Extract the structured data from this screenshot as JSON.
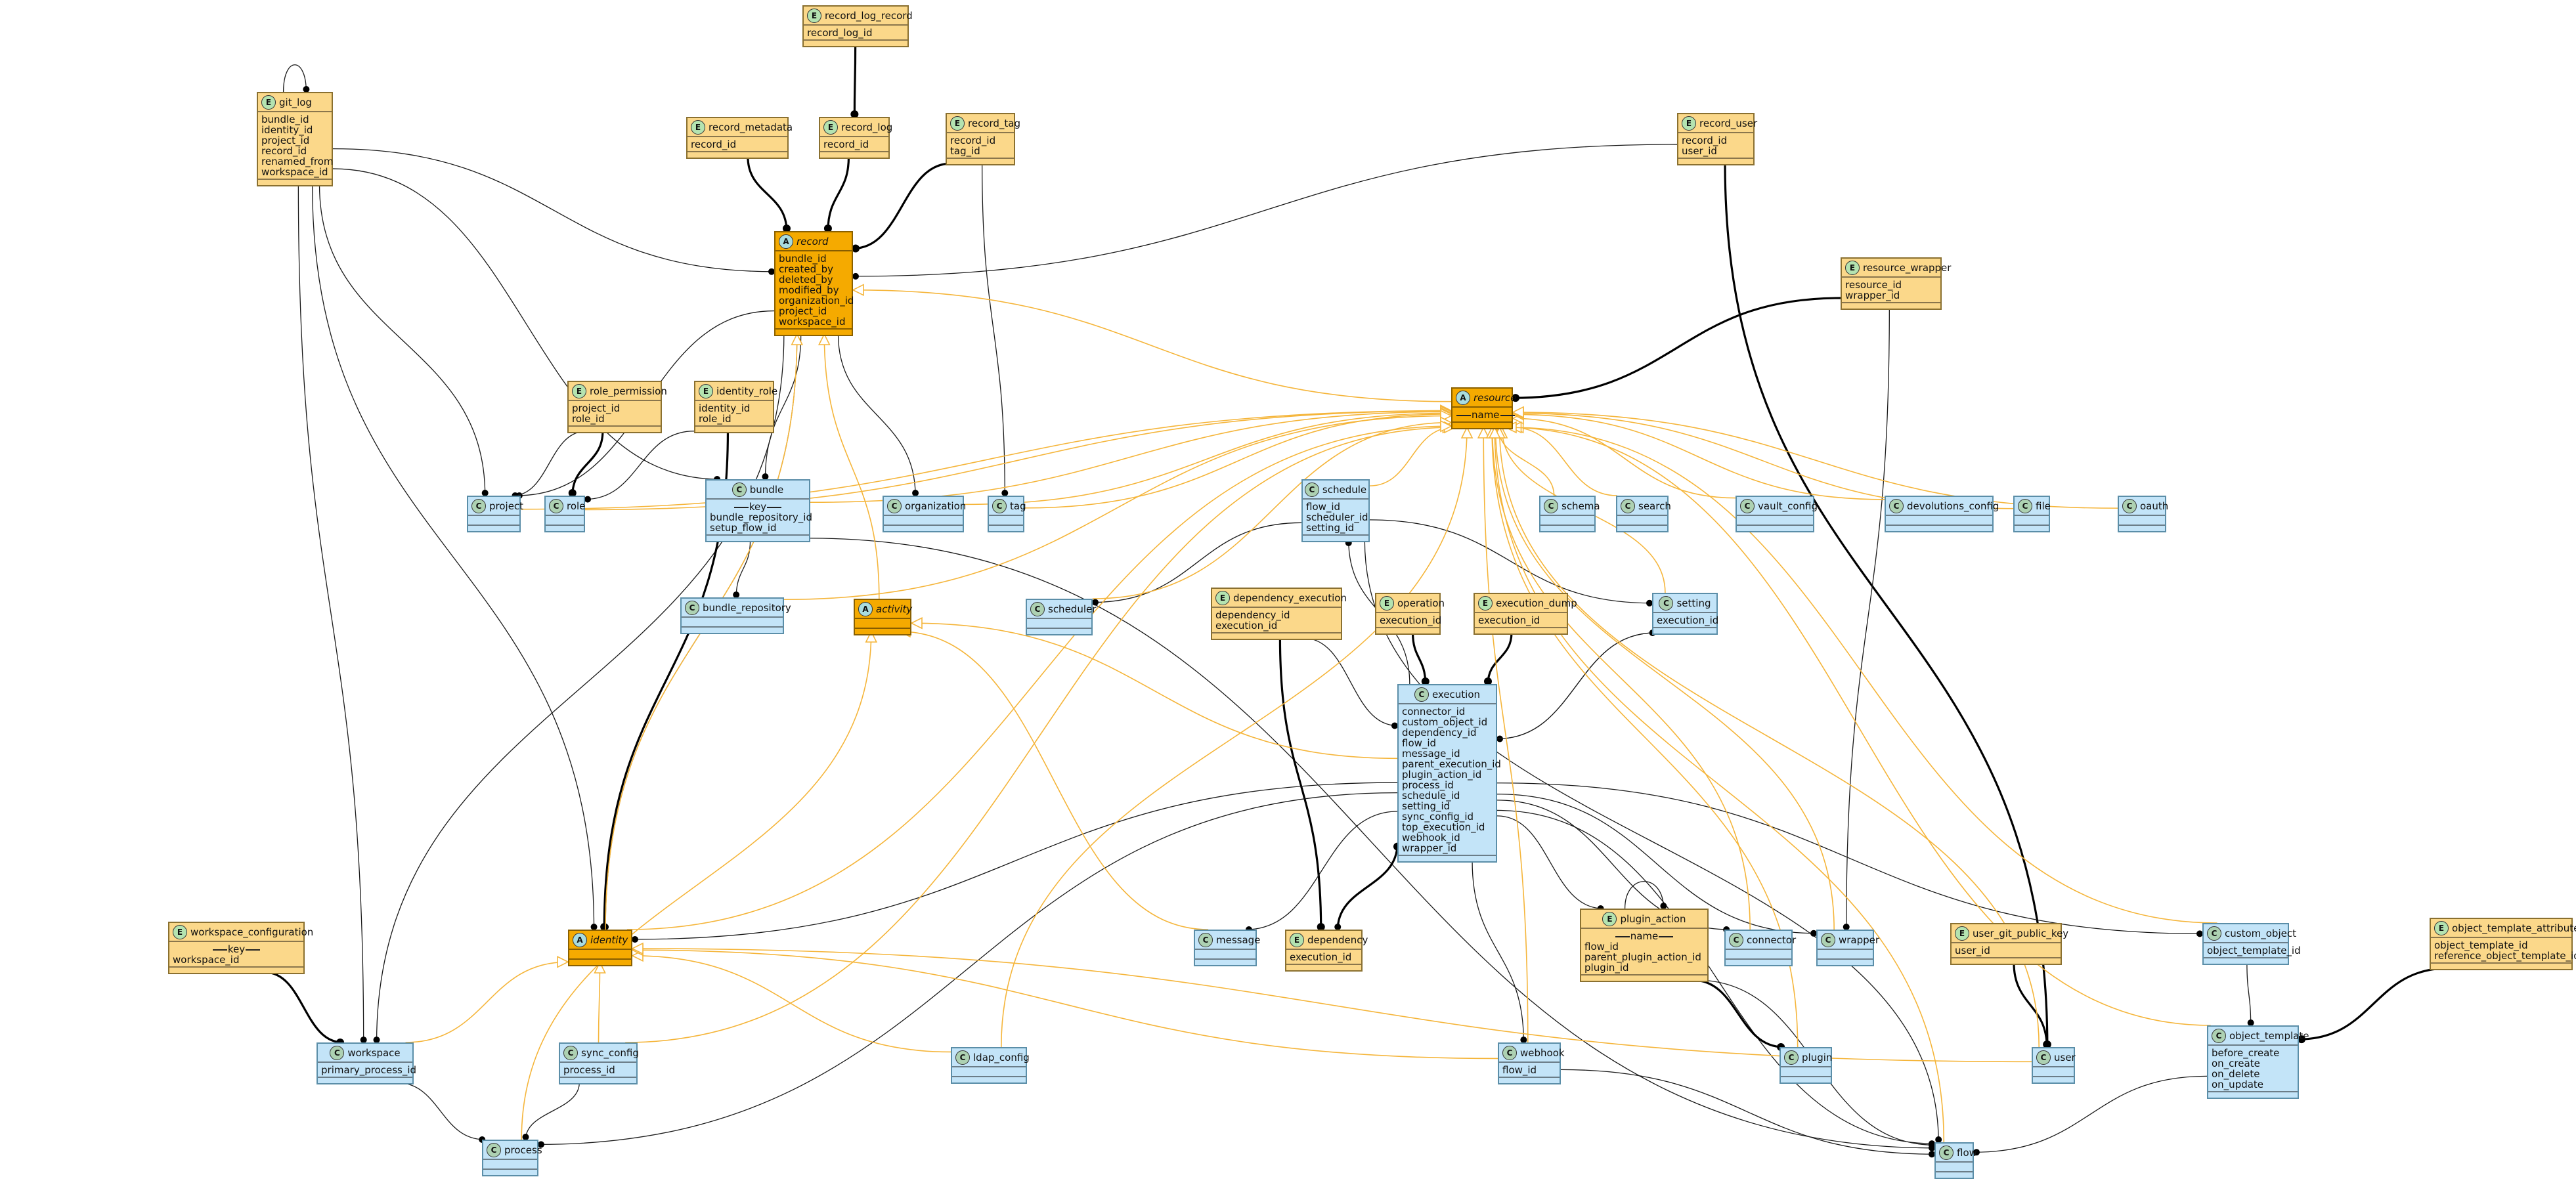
{
  "entities": [
    {
      "id": "git_log",
      "stereotype": "E",
      "name": "git_log",
      "style": "entity",
      "attrs": [
        "bundle_id",
        "identity_id",
        "project_id",
        "record_id",
        "renamed_from",
        "workspace_id"
      ]
    },
    {
      "id": "record_log_record",
      "stereotype": "E",
      "name": "record_log_record",
      "style": "entity",
      "attrs": [
        "record_log_id"
      ]
    },
    {
      "id": "record_metadata",
      "stereotype": "E",
      "name": "record_metadata",
      "style": "entity",
      "attrs": [
        "record_id"
      ]
    },
    {
      "id": "record_log",
      "stereotype": "E",
      "name": "record_log",
      "style": "entity",
      "attrs": [
        "record_id"
      ]
    },
    {
      "id": "record_tag",
      "stereotype": "E",
      "name": "record_tag",
      "style": "entity",
      "attrs": [
        "record_id",
        "tag_id"
      ]
    },
    {
      "id": "record_user",
      "stereotype": "E",
      "name": "record_user",
      "style": "entity",
      "attrs": [
        "record_id",
        "user_id"
      ]
    },
    {
      "id": "record",
      "stereotype": "A",
      "name": "record",
      "style": "abstract",
      "italic": true,
      "attrs": [
        "bundle_id",
        "created_by",
        "deleted_by",
        "modified_by",
        "organization_id",
        "project_id",
        "workspace_id"
      ]
    },
    {
      "id": "resource_wrapper",
      "stereotype": "E",
      "name": "resource_wrapper",
      "style": "entity",
      "attrs": [
        "resource_id",
        "wrapper_id"
      ]
    },
    {
      "id": "resource",
      "stereotype": "A",
      "name": "resource",
      "style": "abstract",
      "italic": true,
      "key": "name",
      "attrs": []
    },
    {
      "id": "role_permission",
      "stereotype": "E",
      "name": "role_permission",
      "style": "entity",
      "attrs": [
        "project_id",
        "role_id"
      ]
    },
    {
      "id": "identity_role",
      "stereotype": "E",
      "name": "identity_role",
      "style": "entity",
      "attrs": [
        "identity_id",
        "role_id"
      ]
    },
    {
      "id": "bundle",
      "stereotype": "C",
      "name": "bundle",
      "style": "klass",
      "centered": true,
      "key": "key",
      "attrs": [
        "bundle_repository_id",
        "setup_flow_id"
      ]
    },
    {
      "id": "project",
      "stereotype": "C",
      "name": "project",
      "style": "klass",
      "attrs": []
    },
    {
      "id": "role",
      "stereotype": "C",
      "name": "role",
      "style": "klass",
      "attrs": []
    },
    {
      "id": "organization",
      "stereotype": "C",
      "name": "organization",
      "style": "klass",
      "attrs": []
    },
    {
      "id": "tag",
      "stereotype": "C",
      "name": "tag",
      "style": "klass",
      "attrs": []
    },
    {
      "id": "schedule",
      "stereotype": "C",
      "name": "schedule",
      "style": "klass",
      "centered": true,
      "attrs": [
        "flow_id",
        "scheduler_id",
        "setting_id"
      ]
    },
    {
      "id": "schema",
      "stereotype": "C",
      "name": "schema",
      "style": "klass",
      "attrs": []
    },
    {
      "id": "search",
      "stereotype": "C",
      "name": "search",
      "style": "klass",
      "attrs": []
    },
    {
      "id": "vault_config",
      "stereotype": "C",
      "name": "vault_config",
      "style": "klass",
      "attrs": []
    },
    {
      "id": "devolutions_config",
      "stereotype": "C",
      "name": "devolutions_config",
      "style": "klass",
      "attrs": []
    },
    {
      "id": "file",
      "stereotype": "C",
      "name": "file",
      "style": "klass",
      "attrs": []
    },
    {
      "id": "oauth",
      "stereotype": "C",
      "name": "oauth",
      "style": "klass",
      "attrs": []
    },
    {
      "id": "bundle_repository",
      "stereotype": "C",
      "name": "bundle_repository",
      "style": "klass",
      "attrs": []
    },
    {
      "id": "activity",
      "stereotype": "A",
      "name": "activity",
      "style": "abstract",
      "italic": true,
      "attrs": []
    },
    {
      "id": "scheduler",
      "stereotype": "C",
      "name": "scheduler",
      "style": "klass",
      "attrs": []
    },
    {
      "id": "dependency_execution",
      "stereotype": "E",
      "name": "dependency_execution",
      "style": "entity",
      "attrs": [
        "dependency_id",
        "execution_id"
      ]
    },
    {
      "id": "operation",
      "stereotype": "E",
      "name": "operation",
      "style": "entity",
      "attrs": [
        "execution_id"
      ]
    },
    {
      "id": "execution_dump",
      "stereotype": "E",
      "name": "execution_dump",
      "style": "entity",
      "attrs": [
        "execution_id"
      ]
    },
    {
      "id": "setting",
      "stereotype": "C",
      "name": "setting",
      "style": "klass",
      "centered": true,
      "attrs": [
        "execution_id"
      ]
    },
    {
      "id": "execution",
      "stereotype": "C",
      "name": "execution",
      "style": "klass",
      "centered": true,
      "attrs": [
        "connector_id",
        "custom_object_id",
        "dependency_id",
        "flow_id",
        "message_id",
        "parent_execution_id",
        "plugin_action_id",
        "process_id",
        "schedule_id",
        "setting_id",
        "sync_config_id",
        "top_execution_id",
        "webhook_id",
        "wrapper_id"
      ]
    },
    {
      "id": "workspace_configuration",
      "stereotype": "E",
      "name": "workspace_configuration",
      "style": "entity",
      "key": "key",
      "attrs": [
        "workspace_id"
      ]
    },
    {
      "id": "identity",
      "stereotype": "A",
      "name": "identity",
      "style": "abstract",
      "italic": true,
      "attrs": []
    },
    {
      "id": "message",
      "stereotype": "C",
      "name": "message",
      "style": "klass",
      "attrs": []
    },
    {
      "id": "dependency",
      "stereotype": "E",
      "name": "dependency",
      "style": "entity",
      "attrs": [
        "execution_id"
      ]
    },
    {
      "id": "plugin_action",
      "stereotype": "E",
      "name": "plugin_action",
      "style": "entity",
      "centered": true,
      "key": "name",
      "attrs": [
        "flow_id",
        "parent_plugin_action_id",
        "plugin_id"
      ]
    },
    {
      "id": "connector",
      "stereotype": "C",
      "name": "connector",
      "style": "klass",
      "attrs": []
    },
    {
      "id": "wrapper",
      "stereotype": "C",
      "name": "wrapper",
      "style": "klass",
      "attrs": []
    },
    {
      "id": "user_git_public_key",
      "stereotype": "E",
      "name": "user_git_public_key",
      "style": "entity",
      "attrs": [
        "user_id"
      ]
    },
    {
      "id": "custom_object",
      "stereotype": "C",
      "name": "custom_object",
      "style": "klass",
      "attrs": [
        "object_template_id"
      ]
    },
    {
      "id": "object_template_attribute",
      "stereotype": "E",
      "name": "object_template_attribute",
      "style": "entity",
      "attrs": [
        "object_template_id",
        "reference_object_template_id"
      ]
    },
    {
      "id": "workspace",
      "stereotype": "C",
      "name": "workspace",
      "style": "klass",
      "centered": true,
      "attrs": [
        "primary_process_id"
      ]
    },
    {
      "id": "sync_config",
      "stereotype": "C",
      "name": "sync_config",
      "style": "klass",
      "attrs": [
        "process_id"
      ]
    },
    {
      "id": "ldap_config",
      "stereotype": "C",
      "name": "ldap_config",
      "style": "klass",
      "attrs": []
    },
    {
      "id": "webhook",
      "stereotype": "C",
      "name": "webhook",
      "style": "klass",
      "attrs": [
        "flow_id"
      ]
    },
    {
      "id": "plugin",
      "stereotype": "C",
      "name": "plugin",
      "style": "klass",
      "attrs": []
    },
    {
      "id": "user",
      "stereotype": "C",
      "name": "user",
      "style": "klass",
      "attrs": []
    },
    {
      "id": "object_template",
      "stereotype": "C",
      "name": "object_template",
      "style": "klass",
      "attrs": [
        "before_create",
        "on_create",
        "on_delete",
        "on_update"
      ]
    },
    {
      "id": "process",
      "stereotype": "C",
      "name": "process",
      "style": "klass",
      "attrs": []
    },
    {
      "id": "flow",
      "stereotype": "C",
      "name": "flow",
      "style": "klass",
      "attrs": []
    }
  ],
  "relations": [
    {
      "from": "git_log",
      "to": "git_log",
      "kind": "reference"
    },
    {
      "from": "git_log",
      "to": "bundle",
      "kind": "reference"
    },
    {
      "from": "git_log",
      "to": "identity",
      "kind": "reference"
    },
    {
      "from": "git_log",
      "to": "project",
      "kind": "reference"
    },
    {
      "from": "git_log",
      "to": "record",
      "kind": "reference"
    },
    {
      "from": "git_log",
      "to": "workspace",
      "kind": "reference"
    },
    {
      "from": "record_log_record",
      "to": "record_log",
      "kind": "composition"
    },
    {
      "from": "record_metadata",
      "to": "record",
      "kind": "composition"
    },
    {
      "from": "record_log",
      "to": "record",
      "kind": "composition"
    },
    {
      "from": "record_tag",
      "to": "record",
      "kind": "composition"
    },
    {
      "from": "record_tag",
      "to": "tag",
      "kind": "reference"
    },
    {
      "from": "record_user",
      "to": "record",
      "kind": "reference"
    },
    {
      "from": "record_user",
      "to": "user",
      "kind": "composition"
    },
    {
      "from": "resource_wrapper",
      "to": "resource",
      "kind": "composition"
    },
    {
      "from": "resource_wrapper",
      "to": "wrapper",
      "kind": "reference"
    },
    {
      "from": "record",
      "to": "bundle",
      "kind": "reference"
    },
    {
      "from": "record",
      "to": "identity",
      "kind": "reference"
    },
    {
      "from": "record",
      "to": "organization",
      "kind": "reference"
    },
    {
      "from": "record",
      "to": "project",
      "kind": "reference"
    },
    {
      "from": "record",
      "to": "workspace",
      "kind": "reference"
    },
    {
      "from": "role_permission",
      "to": "project",
      "kind": "reference"
    },
    {
      "from": "role_permission",
      "to": "role",
      "kind": "composition"
    },
    {
      "from": "identity_role",
      "to": "identity",
      "kind": "composition"
    },
    {
      "from": "identity_role",
      "to": "role",
      "kind": "reference"
    },
    {
      "from": "bundle",
      "to": "bundle_repository",
      "kind": "reference"
    },
    {
      "from": "bundle",
      "to": "flow",
      "kind": "reference"
    },
    {
      "from": "schedule",
      "to": "flow",
      "kind": "reference"
    },
    {
      "from": "schedule",
      "to": "scheduler",
      "kind": "reference"
    },
    {
      "from": "schedule",
      "to": "setting",
      "kind": "reference"
    },
    {
      "from": "dependency_execution",
      "to": "dependency",
      "kind": "composition"
    },
    {
      "from": "dependency_execution",
      "to": "execution",
      "kind": "reference"
    },
    {
      "from": "operation",
      "to": "execution",
      "kind": "composition"
    },
    {
      "from": "execution_dump",
      "to": "execution",
      "kind": "composition"
    },
    {
      "from": "setting",
      "to": "execution",
      "kind": "reference"
    },
    {
      "from": "execution",
      "to": "connector",
      "kind": "reference"
    },
    {
      "from": "execution",
      "to": "custom_object",
      "kind": "reference"
    },
    {
      "from": "execution",
      "to": "dependency",
      "kind": "reference"
    },
    {
      "from": "execution",
      "to": "flow",
      "kind": "reference"
    },
    {
      "from": "execution",
      "to": "message",
      "kind": "reference"
    },
    {
      "from": "execution",
      "to": "plugin_action",
      "kind": "reference"
    },
    {
      "from": "execution",
      "to": "process",
      "kind": "reference"
    },
    {
      "from": "execution",
      "to": "schedule",
      "kind": "reference"
    },
    {
      "from": "execution",
      "to": "setting",
      "kind": "reference"
    },
    {
      "from": "execution",
      "to": "webhook",
      "kind": "reference"
    },
    {
      "from": "execution",
      "to": "wrapper",
      "kind": "reference"
    },
    {
      "from": "execution",
      "to": "identity",
      "kind": "reference"
    },
    {
      "from": "dependency",
      "to": "execution",
      "kind": "composition"
    },
    {
      "from": "workspace_configuration",
      "to": "workspace",
      "kind": "composition"
    },
    {
      "from": "workspace",
      "to": "process",
      "kind": "reference"
    },
    {
      "from": "sync_config",
      "to": "process",
      "kind": "reference"
    },
    {
      "from": "webhook",
      "to": "flow",
      "kind": "reference"
    },
    {
      "from": "plugin_action",
      "to": "flow",
      "kind": "reference"
    },
    {
      "from": "plugin_action",
      "to": "plugin",
      "kind": "composition"
    },
    {
      "from": "plugin_action",
      "to": "plugin_action",
      "kind": "reference"
    },
    {
      "from": "user_git_public_key",
      "to": "user",
      "kind": "composition"
    },
    {
      "from": "custom_object",
      "to": "object_template",
      "kind": "reference"
    },
    {
      "from": "object_template_attribute",
      "to": "object_template",
      "kind": "composition"
    },
    {
      "from": "object_template",
      "to": "flow",
      "kind": "reference"
    },
    {
      "from": "resource",
      "to": "record",
      "kind": "inheritance"
    },
    {
      "from": "activity",
      "to": "record",
      "kind": "inheritance"
    },
    {
      "from": "identity",
      "to": "record",
      "kind": "inheritance"
    },
    {
      "from": "project",
      "to": "resource",
      "kind": "inheritance"
    },
    {
      "from": "role",
      "to": "resource",
      "kind": "inheritance"
    },
    {
      "from": "bundle",
      "to": "resource",
      "kind": "inheritance"
    },
    {
      "from": "organization",
      "to": "resource",
      "kind": "inheritance"
    },
    {
      "from": "tag",
      "to": "resource",
      "kind": "inheritance"
    },
    {
      "from": "schedule",
      "to": "resource",
      "kind": "inheritance"
    },
    {
      "from": "schema",
      "to": "resource",
      "kind": "inheritance"
    },
    {
      "from": "search",
      "to": "resource",
      "kind": "inheritance"
    },
    {
      "from": "vault_config",
      "to": "resource",
      "kind": "inheritance"
    },
    {
      "from": "devolutions_config",
      "to": "resource",
      "kind": "inheritance"
    },
    {
      "from": "file",
      "to": "resource",
      "kind": "inheritance"
    },
    {
      "from": "oauth",
      "to": "resource",
      "kind": "inheritance"
    },
    {
      "from": "bundle_repository",
      "to": "resource",
      "kind": "inheritance"
    },
    {
      "from": "scheduler",
      "to": "resource",
      "kind": "inheritance"
    },
    {
      "from": "setting",
      "to": "resource",
      "kind": "inheritance"
    },
    {
      "from": "connector",
      "to": "resource",
      "kind": "inheritance"
    },
    {
      "from": "wrapper",
      "to": "resource",
      "kind": "inheritance"
    },
    {
      "from": "custom_object",
      "to": "resource",
      "kind": "inheritance"
    },
    {
      "from": "webhook",
      "to": "resource",
      "kind": "inheritance"
    },
    {
      "from": "plugin",
      "to": "resource",
      "kind": "inheritance"
    },
    {
      "from": "user",
      "to": "resource",
      "kind": "inheritance"
    },
    {
      "from": "flow",
      "to": "resource",
      "kind": "inheritance"
    },
    {
      "from": "ldap_config",
      "to": "resource",
      "kind": "inheritance"
    },
    {
      "from": "sync_config",
      "to": "resource",
      "kind": "inheritance"
    },
    {
      "from": "object_template",
      "to": "resource",
      "kind": "inheritance"
    },
    {
      "from": "identity",
      "to": "resource",
      "kind": "inheritance"
    },
    {
      "from": "execution",
      "to": "activity",
      "kind": "inheritance"
    },
    {
      "from": "message",
      "to": "activity",
      "kind": "inheritance"
    },
    {
      "from": "process",
      "to": "activity",
      "kind": "inheritance"
    },
    {
      "from": "workspace",
      "to": "identity",
      "kind": "inheritance"
    },
    {
      "from": "sync_config",
      "to": "identity",
      "kind": "inheritance"
    },
    {
      "from": "ldap_config",
      "to": "identity",
      "kind": "inheritance"
    },
    {
      "from": "webhook",
      "to": "identity",
      "kind": "inheritance"
    },
    {
      "from": "user",
      "to": "identity",
      "kind": "inheritance"
    }
  ]
}
